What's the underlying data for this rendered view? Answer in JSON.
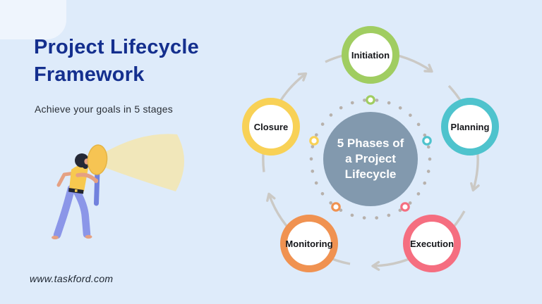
{
  "theme": {
    "bg": "#deebfa",
    "title": "#142f8e",
    "subtitle": "#2a2f36",
    "center": "#8299ae",
    "center-text": "#ffffff",
    "label": "#15161a",
    "arrow": "#cbc9c5",
    "dot": "#b7b1ac",
    "beam": "#f1e7ba",
    "lens": "#f6c453",
    "handle": "#7181dd",
    "skin": "#e5a183",
    "shirt": "#f7c94f",
    "pants": "#8b96e8",
    "hair": "#242836"
  },
  "header": {
    "title_lines": [
      "Project Lifecycle",
      "Framework"
    ],
    "subtitle": "Achieve your goals in 5 stages"
  },
  "diagram": {
    "center_label_lines": [
      "5 Phases of",
      "a Project",
      "Lifecycle"
    ],
    "phases": [
      {
        "label": "Initiation",
        "color": "#a0cd61"
      },
      {
        "label": "Planning",
        "color": "#4ec3cd"
      },
      {
        "label": "Execution",
        "color": "#f56e80"
      },
      {
        "label": "Monitoring",
        "color": "#f09251"
      },
      {
        "label": "Closure",
        "color": "#f8d156"
      }
    ],
    "flow_direction": "clockwise"
  },
  "footer": {
    "website": "www.taskford.com"
  }
}
